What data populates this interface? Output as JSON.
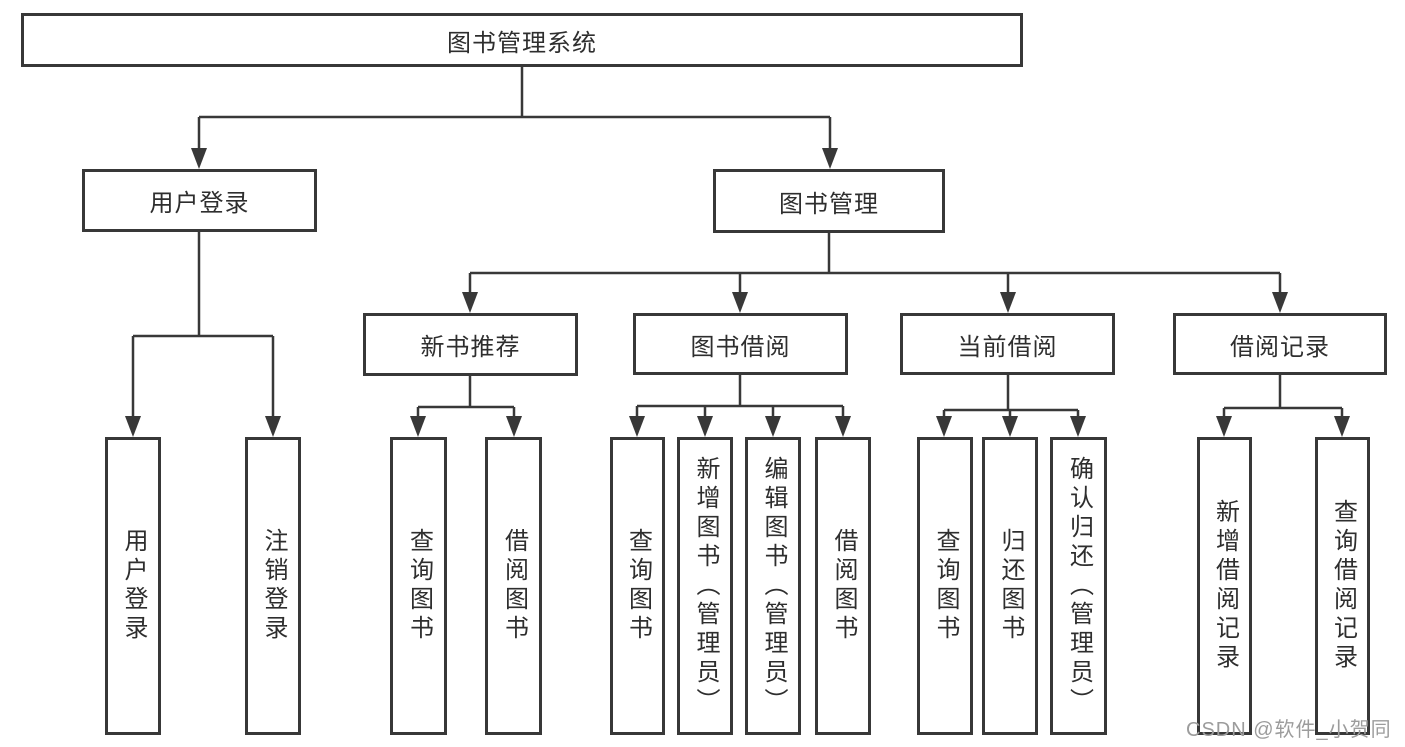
{
  "diagram": {
    "title": "图书管理系统",
    "level2": {
      "user_login": "用户登录",
      "book_mgmt": "图书管理"
    },
    "level3": {
      "new_books": "新书推荐",
      "book_borrow": "图书借阅",
      "current_borrow": "当前借阅",
      "borrow_records": "借阅记录"
    },
    "leaves": {
      "user_login": [
        "用户登录",
        "注销登录"
      ],
      "new_books": [
        "查询图书",
        "借阅图书"
      ],
      "book_borrow": [
        "查询图书",
        "新增图书（管理员）",
        "编辑图书（管理员）",
        "借阅图书"
      ],
      "current_borrow": [
        "查询图书",
        "归还图书",
        "确认归还（管理员）"
      ],
      "borrow_records": [
        "新增借阅记录",
        "查询借阅记录"
      ]
    },
    "watermark": "CSDN @软件_小贺同学",
    "colors": {
      "line": "#383838",
      "text": "#2e2e2e",
      "watermark": "#9c9c9c",
      "background": "#ffffff"
    }
  }
}
